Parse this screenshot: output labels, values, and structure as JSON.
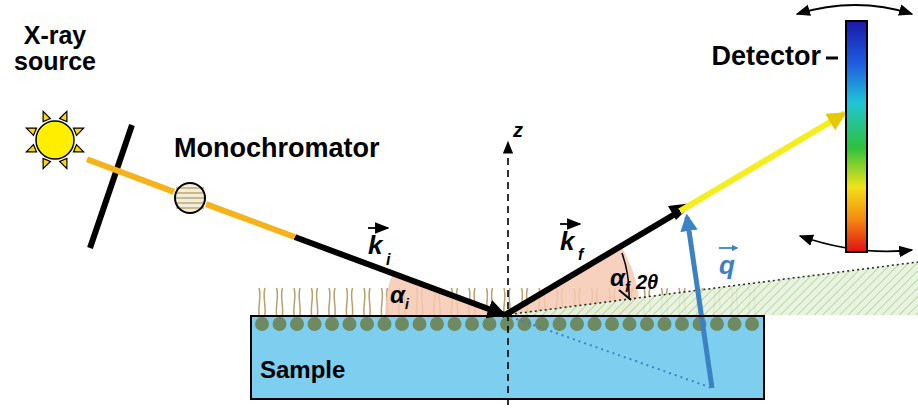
{
  "diagram": {
    "nodes": [
      {
        "text": [
          "X-ray source"
        ]
      },
      {
        "text": [
          "Monochromator"
        ]
      },
      {
        "text": [
          "Sample"
        ]
      },
      {
        "text": [
          "Detector"
        ]
      }
    ],
    "edges": [
      {
        "from": 0,
        "to": 1,
        "arrow": "none"
      },
      {
        "from": 1,
        "to": 2,
        "arrow": "to"
      },
      {
        "from": 2,
        "to": 3,
        "arrow": "to"
      }
    ],
    "labels": [
      "z",
      "k",
      "i",
      "α",
      "i",
      "k",
      "f",
      "α",
      "f",
      "2θ",
      "q"
    ]
  }
}
